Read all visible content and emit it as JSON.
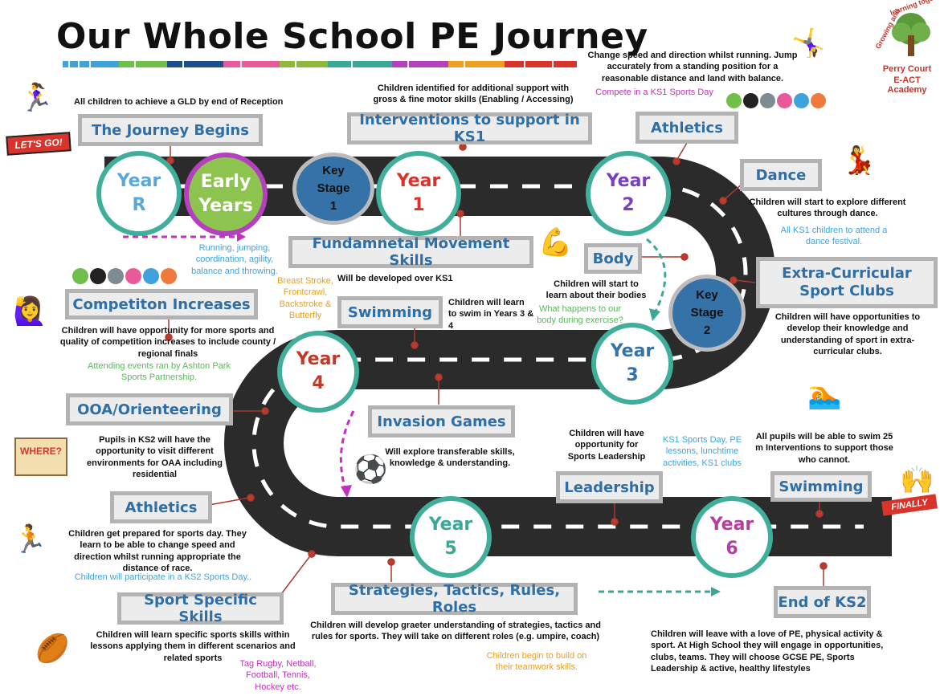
{
  "title": "Our Whole School PE Journey",
  "logo": {
    "text1": "Growing and learning together",
    "text2": "Perry Court",
    "text3": "E-ACT Academy",
    "tree_icon": "tree-icon"
  },
  "labels": {
    "journey_begins": "The Journey Begins",
    "interventions": "Interventions to support in KS1",
    "athletics_top": "Athletics",
    "dance": "Dance",
    "fms": "Fundamnetal Movement Skills",
    "body": "Body",
    "extra": "Extra-Curricular Sport Clubs",
    "competition": "Competiton Increases",
    "swimming_mid": "Swimming",
    "ooa": "OOA/Orienteering",
    "invasion": "Invasion Games",
    "leadership": "Leadership",
    "swimming_right": "Swimming",
    "athletics_left": "Athletics",
    "sport_specific": "Sport Specific Skills",
    "strategies": "Strategies, Tactics, Rules, Roles",
    "end_ks2": "End of KS2"
  },
  "circles": {
    "year_r": [
      "Year",
      "R"
    ],
    "early_years": [
      "Early",
      "Years"
    ],
    "ks1": [
      "Key",
      "Stage",
      "1"
    ],
    "year1": [
      "Year",
      "1"
    ],
    "year2": [
      "Year",
      "2"
    ],
    "ks2": [
      "Key",
      "Stage",
      "2"
    ],
    "year3": [
      "Year",
      "3"
    ],
    "year4": [
      "Year",
      "4"
    ],
    "year5": [
      "Year",
      "5"
    ],
    "year6": [
      "Year",
      "6"
    ]
  },
  "texts": {
    "gld": "All children to achieve a GLD by end of Reception",
    "interventions_text": "Children identified for additional support with gross & fine motor skills (Enabling / Accessing)",
    "athletics_top_text": "Change speed and direction whilst running. Jump accurately from a standing position for a reasonable distance and land with balance.",
    "athletics_top_note": "Compete in a KS1 Sports Day",
    "dance_text": "Children will start to explore different cultures through dance.",
    "dance_note": "All KS1 children to attend a dance festival.",
    "early_note": "Running, jumping, coordination, agility, balance and throwing.",
    "fms_text": "Will be developed over KS1",
    "body_text": "Children will start to learn about their bodies",
    "body_note": "What happens to our body during exercise?",
    "extra_text": "Children will have opportunities to develop their knowledge and understanding of sport in extra-curricular clubs.",
    "competition_text": "Children will have opportunity for more sports and quality of competition increases to include county / regional finals",
    "competition_note": "Attending events ran by Ashton Park Sports Partnership.",
    "strokes_note": "Breast Stroke, Frontcrawl, Backstroke & Butterfly",
    "swim_mid_text": "Children will learn to swim in Years 3 & 4",
    "ooa_text": "Pupils in KS2 will have the opportunity to visit different environments for OAA including residential",
    "invasion_text": "Will explore transferable skills, knowledge & understanding.",
    "leadership_text": "Children will have opportunity for Sports Leadership",
    "leadership_note": "KS1 Sports Day, PE lessons, lunchtime activities, KS1 clubs",
    "swim_right_text": "All pupils will be able to swim 25 m Interventions to support those who cannot.",
    "athletics_left_text": "Children get prepared for sports day. They learn to be able to change speed and direction whilst running appropriate the distance of race.",
    "athletics_left_note": "Children will participate in a KS2 Sports Day..",
    "sport_specific_text": "Children will learn specific sports skills within lessons applying them in different scenarios and related sports",
    "sport_specific_note": "Tag Rugby, Netball, Football, Tennis, Hockey etc.",
    "strategies_text": "Children will develop graeter understanding of strategies, tactics and rules for sports. They will take on different roles (e.g. umpire, coach)",
    "strategies_note": "Children begin to build on their teamwork skills.",
    "end_text": "Children will leave with a love of PE, physical activity & sport. At High School they will engage in opportunities, clubs, teams. They will choose GCSE PE, Sports Leadership & active, healthy lifestyles"
  },
  "stickers": {
    "lets_go": "LET'S GO!",
    "where": "WHERE?",
    "finally": "FINALLY"
  },
  "colors": {
    "road": "#2b2b2b",
    "teal": "#3fae9a",
    "blue_label": "#2f6fa6",
    "ks_blue": "#3572a8",
    "red": "#d9342b",
    "purple": "#7a3fbf",
    "early_green": "#8dc44f",
    "early_border": "#b43fbf",
    "y4_red": "#c0392b",
    "y5_teal": "#3aa896",
    "y6_magenta": "#b43f9f",
    "light_blue": "#5aa7d8"
  },
  "values_badges": [
    "green",
    "black",
    "grey",
    "pink",
    "blue",
    "orange"
  ]
}
